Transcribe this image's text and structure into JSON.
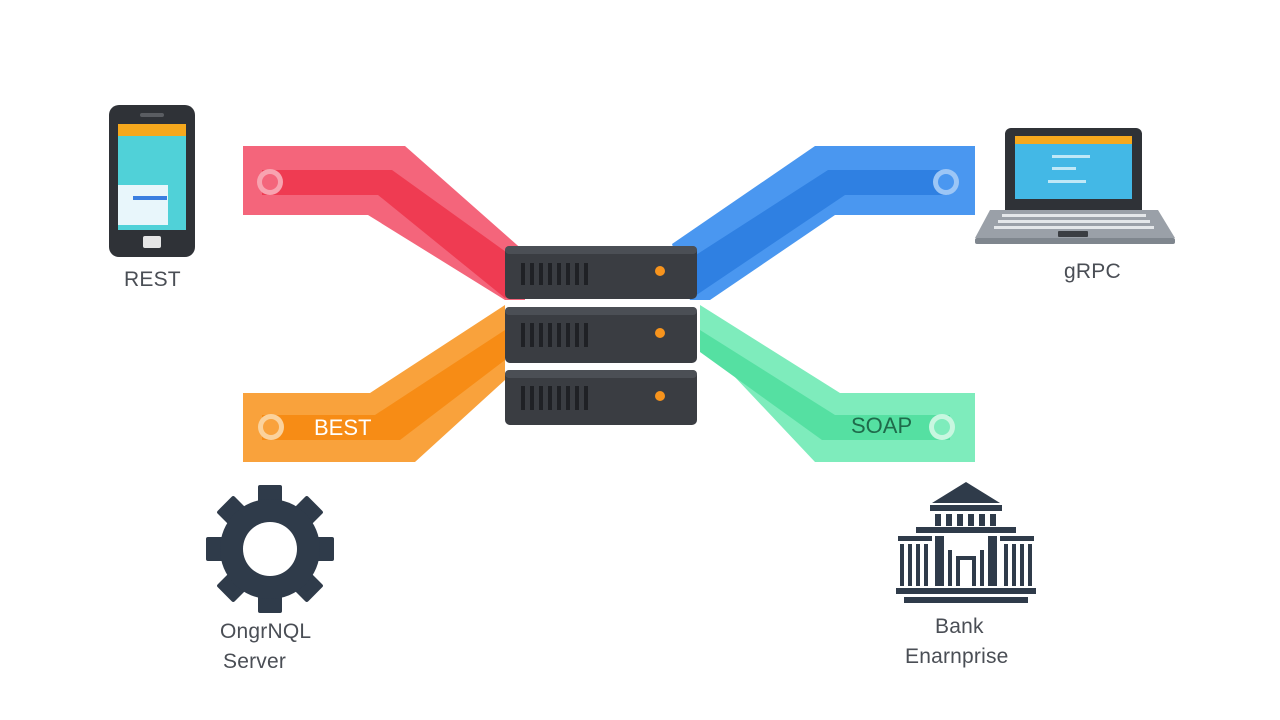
{
  "clients": {
    "mobile": {
      "label": "REST",
      "icon": "smartphone-icon"
    },
    "laptop": {
      "label": "gRPC",
      "icon": "laptop-icon"
    },
    "gear": {
      "label_line1": "OngrNQL",
      "label_line2": "Server",
      "icon": "gear-icon"
    },
    "bank": {
      "label_line1": "Bank",
      "label_line2": "Enarnprise",
      "icon": "bank-building-icon"
    }
  },
  "connectors": {
    "top_left": {
      "color": "#f0435a",
      "label": ""
    },
    "top_right": {
      "color": "#3d8ff0",
      "label": ""
    },
    "bottom_left": {
      "color": "#f7941d",
      "label": "BEST"
    },
    "bottom_right": {
      "color": "#4ee5a0",
      "label": "SOAP"
    }
  },
  "server": {
    "icon": "server-rack-icon",
    "units": 3,
    "led_color": "#f7941d"
  }
}
